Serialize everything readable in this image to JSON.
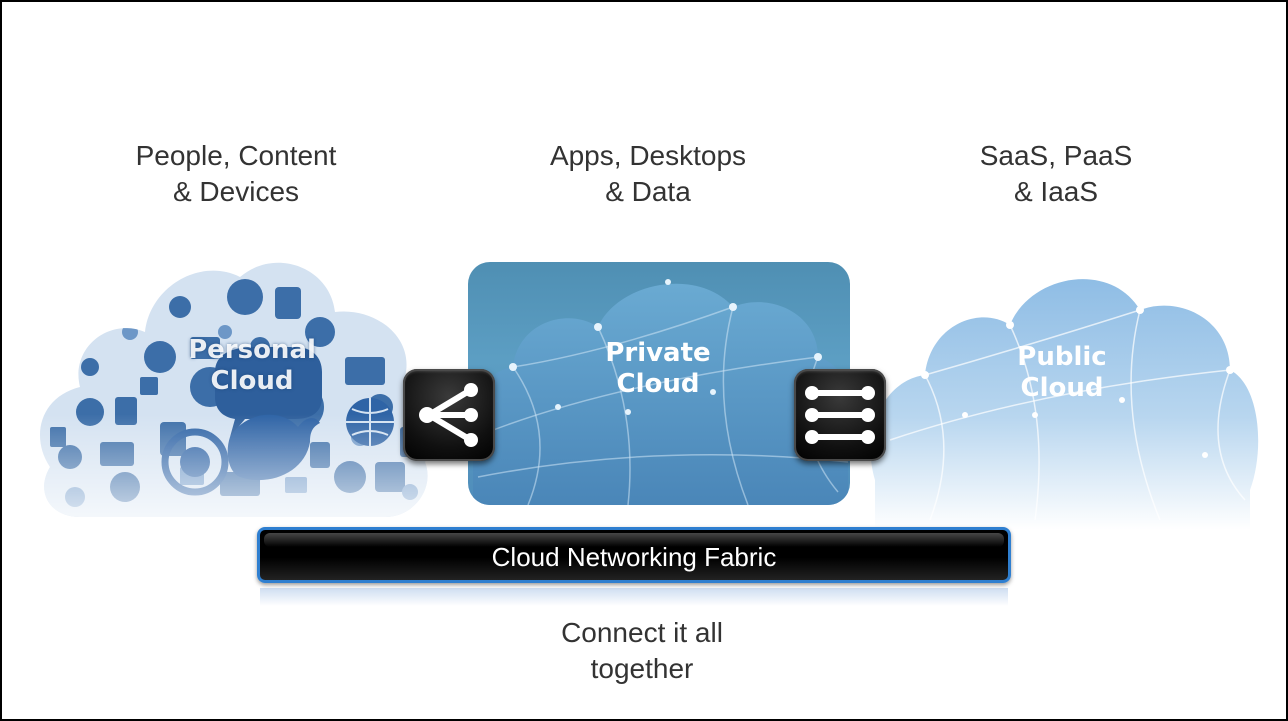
{
  "columns": {
    "left": {
      "line1": "People, Content",
      "line2": "& Devices"
    },
    "center": {
      "line1": "Apps, Desktops",
      "line2": "& Data"
    },
    "right": {
      "line1": "SaaS, PaaS",
      "line2": "& IaaS"
    }
  },
  "clouds": {
    "personal": {
      "line1": "Personal",
      "line2": "Cloud"
    },
    "private": {
      "line1": "Private",
      "line2": "Cloud"
    },
    "public": {
      "line1": "Public",
      "line2": "Cloud"
    }
  },
  "fabric": {
    "label": "Cloud Networking Fabric"
  },
  "caption": {
    "line1": "Connect it all",
    "line2": "together"
  },
  "icons": {
    "left_node": "share-icon",
    "right_node": "network-switch-icon"
  },
  "colors": {
    "heading_text": "#333333",
    "private_cloud_fill": "#5c9ec3",
    "public_cloud_fill": "#b8d6ef",
    "personal_cloud_icons": "#3c6ea8",
    "fabric_bar": "#000000",
    "fabric_border": "#2f7fd0"
  }
}
